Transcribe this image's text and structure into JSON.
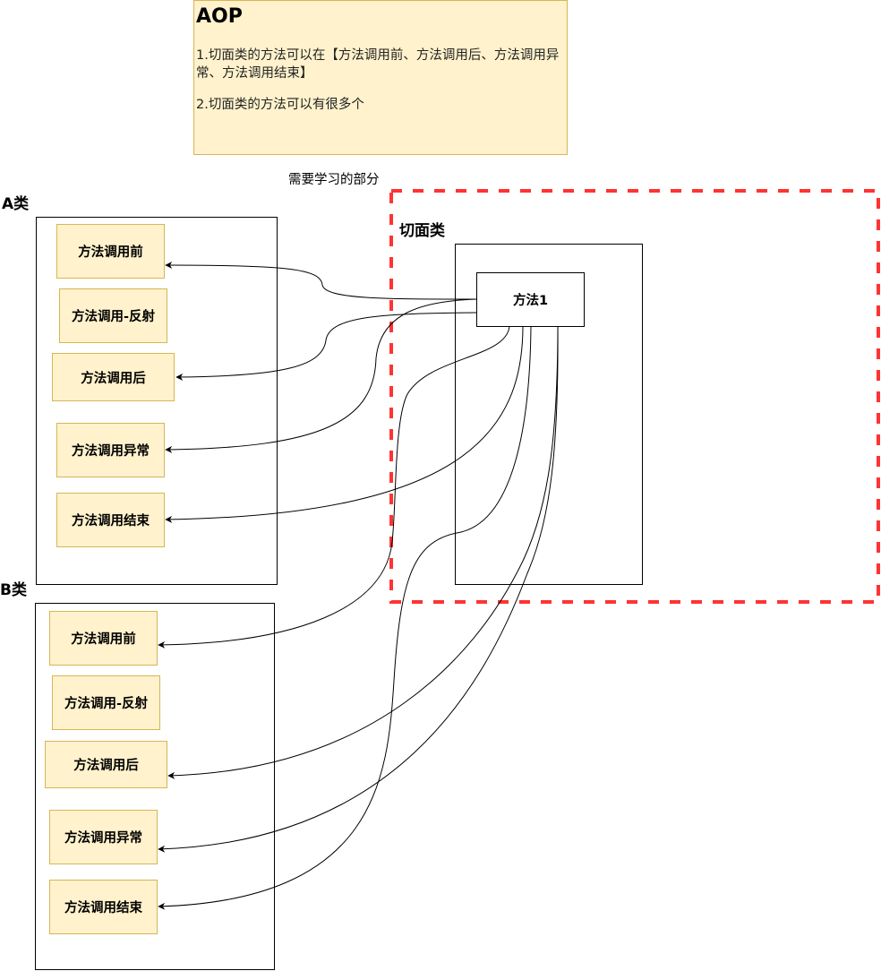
{
  "note": {
    "title": "AOP",
    "lines": [
      "1.切面类的方法可以在【方法调用前、方法调用后、方法调用异常、方法调用结束】",
      "2.切面类的方法可以有很多个"
    ]
  },
  "highlight_region": {
    "label": "需要学习的部分",
    "border_style": "dashed",
    "border_color": "#FF3333"
  },
  "class_a": {
    "label": "A类",
    "methods": [
      "方法调用前",
      "方法调用-反射",
      "方法调用后",
      "方法调用异常",
      "方法调用结束"
    ]
  },
  "class_b": {
    "label": "B类",
    "methods": [
      "方法调用前",
      "方法调用-反射",
      "方法调用后",
      "方法调用异常",
      "方法调用结束"
    ]
  },
  "aspect_class": {
    "label": "切面类",
    "method": "方法1"
  },
  "connections": [
    {
      "from": "方法1",
      "to": "A类.方法调用前"
    },
    {
      "from": "方法1",
      "to": "A类.方法调用后"
    },
    {
      "from": "方法1",
      "to": "A类.方法调用异常"
    },
    {
      "from": "方法1",
      "to": "A类.方法调用结束"
    },
    {
      "from": "方法1",
      "to": "B类.方法调用前"
    },
    {
      "from": "方法1",
      "to": "B类.方法调用后"
    },
    {
      "from": "方法1",
      "to": "B类.方法调用异常"
    },
    {
      "from": "方法1",
      "to": "B类.方法调用结束"
    }
  ],
  "colors": {
    "method_fill": "#FFF2CC",
    "method_border": "#D6B656",
    "note_fill": "#FFF2CC",
    "highlight_border": "#FF3333",
    "line": "#000000"
  }
}
